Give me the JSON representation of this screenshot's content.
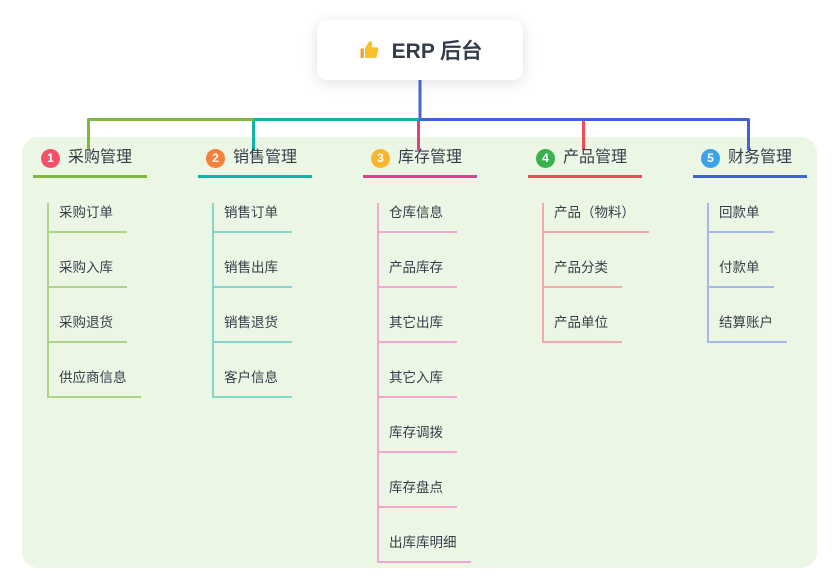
{
  "root": {
    "icon": "thumbs-up",
    "label": "ERP 后台"
  },
  "colors": {
    "panel_bg": "#ecf6e5",
    "root_connector": "#4a63d8",
    "text": "#363d49"
  },
  "branches": [
    {
      "num": "1",
      "label": "采购管理",
      "line_color": "#7eb83f",
      "child_line_color": "#aed48a",
      "badge_color": "#f25268",
      "children": [
        "采购订单",
        "采购入库",
        "采购退货",
        "供应商信息"
      ]
    },
    {
      "num": "2",
      "label": "销售管理",
      "line_color": "#11b3a2",
      "child_line_color": "#86d6c9",
      "badge_color": "#f67f3b",
      "children": [
        "销售订单",
        "销售出库",
        "销售退货",
        "客户信息"
      ]
    },
    {
      "num": "3",
      "label": "库存管理",
      "line_color": "#e23d90",
      "child_line_color": "#f3a6cf",
      "badge_color": "#f8b62d",
      "children": [
        "仓库信息",
        "产品库存",
        "其它出库",
        "其它入库",
        "库存调拨",
        "库存盘点",
        "出库库明细"
      ]
    },
    {
      "num": "4",
      "label": "产品管理",
      "line_color": "#f24b55",
      "child_line_color": "#f6a9ad",
      "badge_color": "#38b24d",
      "children": [
        "产品（物料）",
        "产品分类",
        "产品单位"
      ]
    },
    {
      "num": "5",
      "label": "财务管理",
      "line_color": "#4161d8",
      "child_line_color": "#a4b8ec",
      "badge_color": "#3ba3ea",
      "children": [
        "回款单",
        "付款单",
        "结算账户"
      ]
    }
  ]
}
